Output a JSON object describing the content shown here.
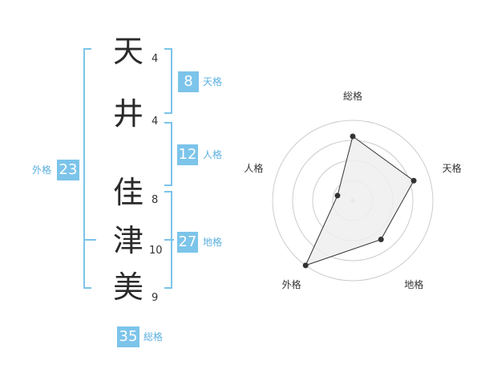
{
  "name": {
    "chars": [
      {
        "kanji": "天",
        "strokes": "4"
      },
      {
        "kanji": "井",
        "strokes": "4"
      },
      {
        "kanji": "佳",
        "strokes": "8"
      },
      {
        "kanji": "津",
        "strokes": "10"
      },
      {
        "kanji": "美",
        "strokes": "9"
      }
    ]
  },
  "kakaku": {
    "tenkaku": {
      "label": "天格",
      "value": "8"
    },
    "jinkaku": {
      "label": "人格",
      "value": "12"
    },
    "chikaku": {
      "label": "地格",
      "value": "27"
    },
    "gaikaku": {
      "label": "外格",
      "value": "23"
    },
    "soukaku": {
      "label": "総格",
      "value": "35"
    }
  },
  "colors": {
    "accent": "#7cc4ea",
    "badge_text": "#ffffff",
    "label_text": "#5ab0e0",
    "radar_fill": "#eeeeee",
    "radar_stroke": "#333333"
  },
  "chart_data": {
    "type": "radar",
    "axes": [
      "総格",
      "天格",
      "地格",
      "外格",
      "人格"
    ],
    "values": [
      4,
      4,
      3,
      5,
      1
    ],
    "scale_max": 5,
    "rings": 4
  }
}
